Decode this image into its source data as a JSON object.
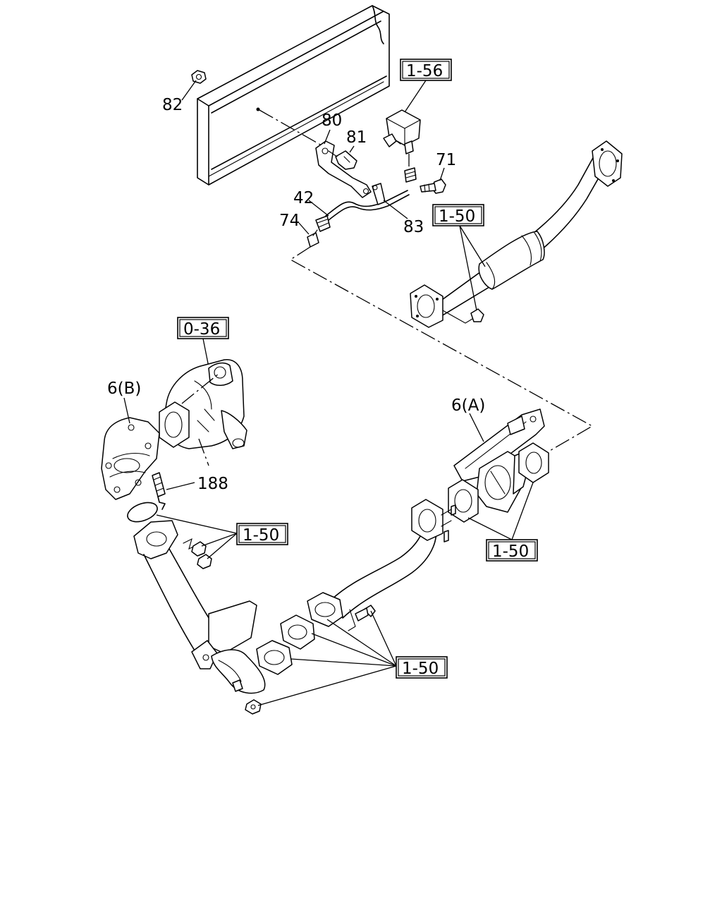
{
  "part_numbers": {
    "p82": "82",
    "p80": "80",
    "p81": "81",
    "p71": "71",
    "p42": "42",
    "p74": "74",
    "p83": "83",
    "p6b": "6(B)",
    "p6a": "6(A)",
    "p188": "188"
  },
  "references": {
    "r156": "1-56",
    "r150_top": "1-50",
    "r036": "0-36",
    "r150_left": "1-50",
    "r150_right": "1-50",
    "r150_bottom": "1-50"
  }
}
